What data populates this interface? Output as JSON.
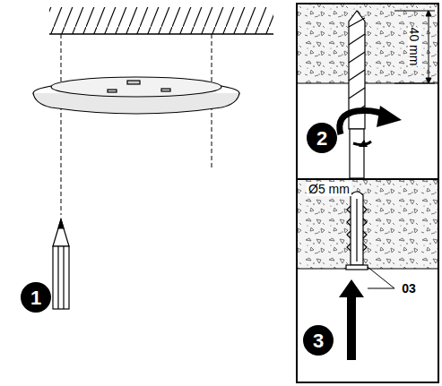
{
  "diagram": {
    "labels": [
      "1",
      "40 mm",
      "2",
      "Ø5 mm",
      "03",
      "3"
    ]
  }
}
